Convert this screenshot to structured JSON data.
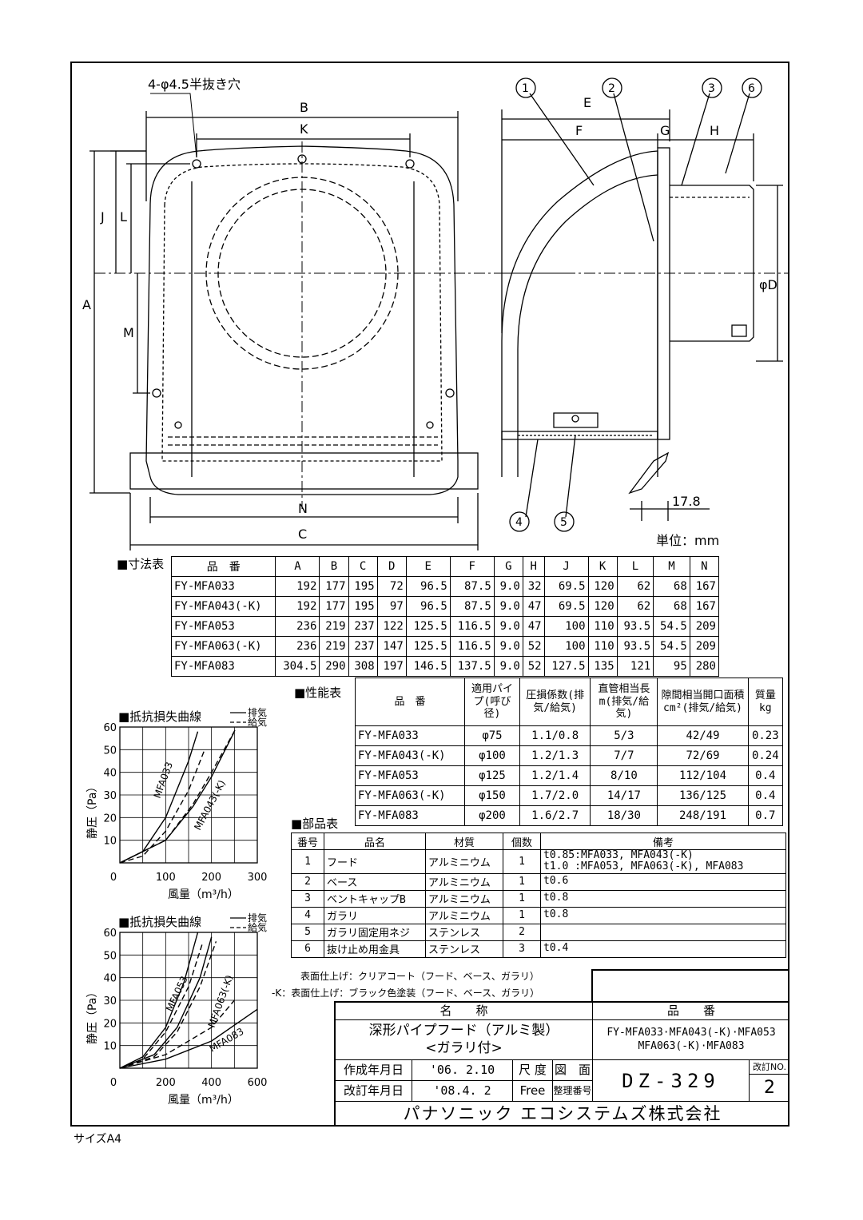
{
  "drawing": {
    "hole_note": "4-φ4.5半抜き穴",
    "front_dims": [
      "B",
      "K",
      "J",
      "L",
      "A",
      "M",
      "N",
      "C"
    ],
    "side_dims": [
      "E",
      "F",
      "G",
      "H",
      "φD"
    ],
    "side_dim_value": "17.8",
    "callouts": [
      "1",
      "2",
      "3",
      "6",
      "4",
      "5"
    ],
    "unit": "単位：mm"
  },
  "dimension_table": {
    "title": "■寸法表",
    "headers": [
      "品　番",
      "A",
      "B",
      "C",
      "D",
      "E",
      "F",
      "G",
      "H",
      "J",
      "K",
      "L",
      "M",
      "N"
    ],
    "rows": [
      [
        "FY-MFA033",
        "192",
        "177",
        "195",
        "72",
        "96.5",
        "87.5",
        "9.0",
        "32",
        "69.5",
        "120",
        "62",
        "68",
        "167"
      ],
      [
        "FY-MFA043(-K)",
        "192",
        "177",
        "195",
        "97",
        "96.5",
        "87.5",
        "9.0",
        "47",
        "69.5",
        "120",
        "62",
        "68",
        "167"
      ],
      [
        "FY-MFA053",
        "236",
        "219",
        "237",
        "122",
        "125.5",
        "116.5",
        "9.0",
        "47",
        "100",
        "110",
        "93.5",
        "54.5",
        "209"
      ],
      [
        "FY-MFA063(-K)",
        "236",
        "219",
        "237",
        "147",
        "125.5",
        "116.5",
        "9.0",
        "52",
        "100",
        "110",
        "93.5",
        "54.5",
        "209"
      ],
      [
        "FY-MFA083",
        "304.5",
        "290",
        "308",
        "197",
        "146.5",
        "137.5",
        "9.0",
        "52",
        "127.5",
        "135",
        "121",
        "95",
        "280"
      ]
    ]
  },
  "performance_table": {
    "title": "■性能表",
    "headers": [
      "品　番",
      "適用パイプ(呼び径)",
      "圧損係数(排気/給気)",
      "直管相当長m(排気/給気)",
      "隙間相当開口面積cm²(排気/給気)",
      "質量kg"
    ],
    "rows": [
      [
        "FY-MFA033",
        "φ75",
        "1.1/0.8",
        "5/3",
        "42/49",
        "0.23"
      ],
      [
        "FY-MFA043(-K)",
        "φ100",
        "1.2/1.3",
        "7/7",
        "72/69",
        "0.24"
      ],
      [
        "FY-MFA053",
        "φ125",
        "1.2/1.4",
        "8/10",
        "112/104",
        "0.4"
      ],
      [
        "FY-MFA063(-K)",
        "φ150",
        "1.7/2.0",
        "14/17",
        "136/125",
        "0.4"
      ],
      [
        "FY-MFA083",
        "φ200",
        "1.6/2.7",
        "18/30",
        "248/191",
        "0.7"
      ]
    ]
  },
  "parts_table": {
    "title": "■部品表",
    "headers": [
      "番号",
      "品名",
      "材質",
      "個数",
      "備考"
    ],
    "rows": [
      [
        "1",
        "フード",
        "アルミニウム",
        "1",
        "t0.85:MFA033, MFA043(-K)\nt1.0 :MFA053, MFA063(-K), MFA083"
      ],
      [
        "2",
        "ベース",
        "アルミニウム",
        "1",
        "t0.6"
      ],
      [
        "3",
        "ベントキャップB",
        "アルミニウム",
        "1",
        "t0.8"
      ],
      [
        "4",
        "ガラリ",
        "アルミニウム",
        "1",
        "t0.8"
      ],
      [
        "5",
        "ガラリ固定用ネジ",
        "ステンレス",
        "2",
        ""
      ],
      [
        "6",
        "抜け止め用金具",
        "ステンレス",
        "3",
        "t0.4"
      ]
    ],
    "note1": "表面仕上げ：クリアコート（フード、ベース、ガラリ）",
    "note2": "-K：表面仕上げ：ブラック色塗装（フード、ベース、ガラリ）"
  },
  "charts": {
    "title": "■抵抗損失曲線",
    "legend_exhaust": "排気",
    "legend_supply": "給気",
    "ylabel": "静圧（Pa）",
    "xlabel": "風量（m³/h）",
    "chart1_labels": [
      "MFA033",
      "MFA043(-K)"
    ],
    "chart2_labels": [
      "MFA053",
      "MFA063(-K)",
      "MFA083"
    ]
  },
  "chart_data": [
    {
      "type": "line",
      "title": "■抵抗損失曲線",
      "xlabel": "風量（m³/h）",
      "ylabel": "静圧（Pa）",
      "xlim": [
        0,
        300
      ],
      "ylim": [
        0,
        60
      ],
      "x_ticks": [
        "0",
        "100",
        "200",
        "300"
      ],
      "y_ticks": [
        "10",
        "20",
        "30",
        "40",
        "50",
        "60"
      ],
      "series": [
        {
          "name": "MFA033",
          "line": "exhaust",
          "x": [
            0,
            50,
            100,
            150,
            170
          ],
          "y": [
            0,
            5,
            20,
            45,
            58
          ]
        },
        {
          "name": "MFA033",
          "line": "supply",
          "x": [
            0,
            50,
            100,
            150,
            185
          ],
          "y": [
            0,
            3,
            14,
            32,
            50
          ]
        },
        {
          "name": "MFA043(-K)",
          "line": "exhaust",
          "x": [
            0,
            100,
            160,
            200,
            250
          ],
          "y": [
            0,
            10,
            25,
            38,
            58
          ]
        },
        {
          "name": "MFA043(-K)",
          "line": "supply",
          "x": [
            0,
            100,
            160,
            200,
            255
          ],
          "y": [
            0,
            10,
            26,
            40,
            60
          ]
        }
      ]
    },
    {
      "type": "line",
      "title": "■抵抗損失曲線",
      "xlabel": "風量（m³/h）",
      "ylabel": "静圧（Pa）",
      "xlim": [
        0,
        600
      ],
      "ylim": [
        0,
        60
      ],
      "x_ticks": [
        "0",
        "200",
        "400",
        "600"
      ],
      "y_ticks": [
        "10",
        "20",
        "30",
        "40",
        "50",
        "60"
      ],
      "series": [
        {
          "name": "MFA053",
          "line": "exhaust",
          "x": [
            0,
            100,
            200,
            280,
            340
          ],
          "y": [
            0,
            5,
            18,
            38,
            60
          ]
        },
        {
          "name": "MFA053",
          "line": "supply",
          "x": [
            0,
            100,
            200,
            300,
            360
          ],
          "y": [
            0,
            4,
            16,
            36,
            55
          ]
        },
        {
          "name": "MFA063(-K)",
          "line": "exhaust",
          "x": [
            0,
            150,
            250,
            350,
            400
          ],
          "y": [
            0,
            6,
            18,
            40,
            58
          ]
        },
        {
          "name": "MFA063(-K)",
          "line": "supply",
          "x": [
            0,
            150,
            250,
            350,
            420
          ],
          "y": [
            0,
            5,
            16,
            36,
            56
          ]
        },
        {
          "name": "MFA083",
          "line": "exhaust",
          "x": [
            0,
            200,
            400,
            600
          ],
          "y": [
            0,
            4,
            12,
            26
          ]
        },
        {
          "name": "MFA083",
          "line": "supply",
          "x": [
            0,
            200,
            400,
            500
          ],
          "y": [
            0,
            6,
            18,
            30
          ]
        }
      ]
    }
  ],
  "title_block": {
    "name_header": "名　　称",
    "number_header": "品　　番",
    "name_line1": "深形パイプフード（アルミ製）",
    "name_line2": "<ガラリ付>",
    "number_line1": "FY-MFA033·MFA043(-K)·MFA053",
    "number_line2": "MFA063(-K)·MFA083",
    "created_label": "作成年月日",
    "created_value": "'06. 2.10",
    "revised_label": "改訂年月日",
    "revised_value": "'08.4. 2",
    "scale_label": "尺 度",
    "scale_value": "Free",
    "drawing_label": "図　面",
    "manage_label": "整理番号",
    "drawing_no": "DZ-329",
    "rev_label": "改訂NO.",
    "rev_value": "2",
    "company": "パナソニック エコシステムズ株式会社"
  },
  "paper_size": "サイズA4"
}
